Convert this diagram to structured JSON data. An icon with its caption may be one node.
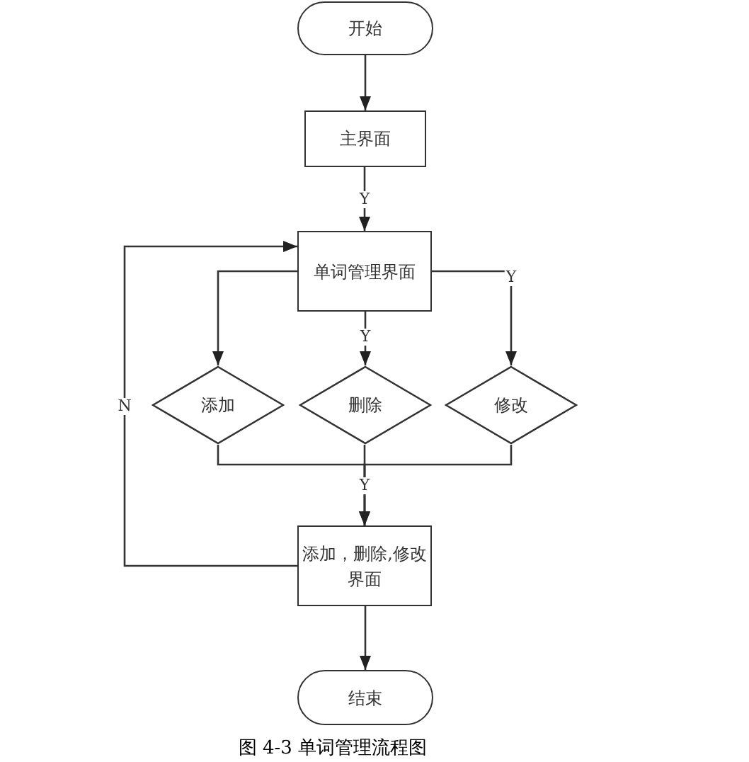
{
  "diagram": {
    "caption": "图 4-3 单词管理流程图",
    "nodes": [
      {
        "text": [
          "开始"
        ]
      },
      {
        "text": [
          "主界面"
        ]
      },
      {
        "text": [
          "单词管理界面"
        ]
      },
      {
        "text": [
          "添加"
        ]
      },
      {
        "text": [
          "删除"
        ]
      },
      {
        "text": [
          "修改"
        ]
      },
      {
        "text": [
          "添加，删除,修改界面"
        ]
      },
      {
        "text": [
          "结束"
        ]
      }
    ],
    "edges": [
      {
        "from": 0,
        "to": 1,
        "arrow": "to"
      },
      {
        "from": 1,
        "to": 2,
        "arrow": "to",
        "label": "Y"
      },
      {
        "from": 2,
        "to": 3,
        "arrow": "to"
      },
      {
        "from": 2,
        "to": 4,
        "arrow": "to",
        "label": "Y"
      },
      {
        "from": 2,
        "to": 5,
        "arrow": "to",
        "label": "Y"
      },
      {
        "from": 3,
        "to": 6,
        "arrow": "to"
      },
      {
        "from": 4,
        "to": 6,
        "arrow": "to",
        "label": "Y"
      },
      {
        "from": 5,
        "to": 6,
        "arrow": "to"
      },
      {
        "from": 6,
        "to": 2,
        "arrow": "to",
        "label": "N"
      },
      {
        "from": 6,
        "to": 7,
        "arrow": "to"
      }
    ]
  }
}
